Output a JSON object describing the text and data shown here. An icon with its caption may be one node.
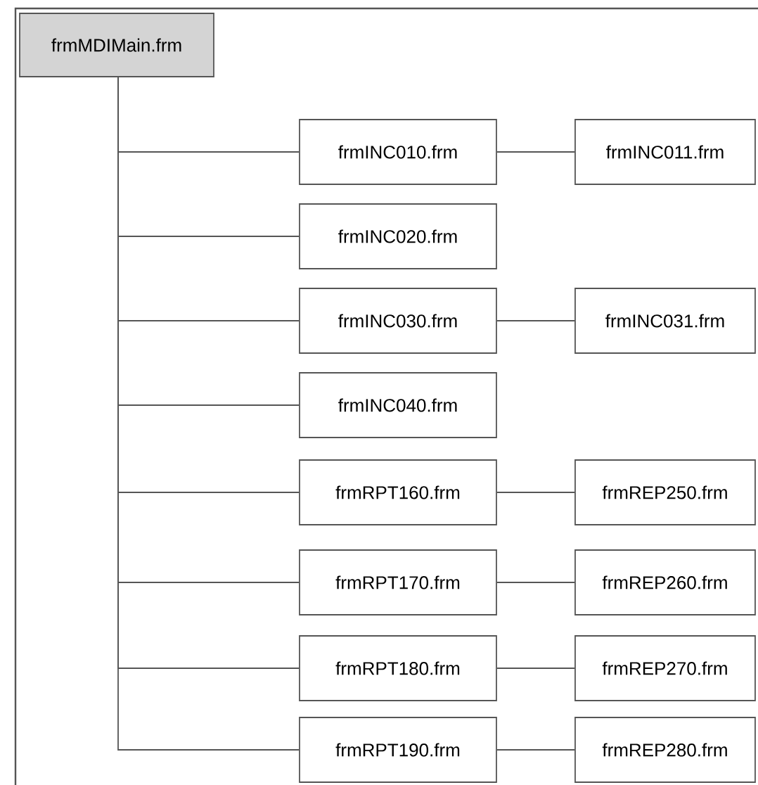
{
  "diagram": {
    "nodes": [
      {
        "text": [
          "frmMDIMain.frm"
        ]
      },
      {
        "text": [
          "frmINC010.frm"
        ]
      },
      {
        "text": [
          "frmINC011.frm"
        ]
      },
      {
        "text": [
          "frmINC020.frm"
        ]
      },
      {
        "text": [
          "frmINC030.frm"
        ]
      },
      {
        "text": [
          "frmINC031.frm"
        ]
      },
      {
        "text": [
          "frmINC040.frm"
        ]
      },
      {
        "text": [
          "frmRPT160.frm"
        ]
      },
      {
        "text": [
          "frmREP250.frm"
        ]
      },
      {
        "text": [
          "frmRPT170.frm"
        ]
      },
      {
        "text": [
          "frmREP260.frm"
        ]
      },
      {
        "text": [
          "frmRPT180.frm"
        ]
      },
      {
        "text": [
          "frmREP270.frm"
        ]
      },
      {
        "text": [
          "frmRPT190.frm"
        ]
      },
      {
        "text": [
          "frmREP280.frm"
        ]
      }
    ],
    "edges": [
      {
        "from": 0,
        "to": 1,
        "arrow": "none"
      },
      {
        "from": 1,
        "to": 2,
        "arrow": "none"
      },
      {
        "from": 0,
        "to": 3,
        "arrow": "none"
      },
      {
        "from": 0,
        "to": 4,
        "arrow": "none"
      },
      {
        "from": 4,
        "to": 5,
        "arrow": "none"
      },
      {
        "from": 0,
        "to": 6,
        "arrow": "none"
      },
      {
        "from": 0,
        "to": 7,
        "arrow": "none"
      },
      {
        "from": 7,
        "to": 8,
        "arrow": "none"
      },
      {
        "from": 0,
        "to": 9,
        "arrow": "none"
      },
      {
        "from": 9,
        "to": 10,
        "arrow": "none"
      },
      {
        "from": 0,
        "to": 11,
        "arrow": "none"
      },
      {
        "from": 11,
        "to": 12,
        "arrow": "none"
      },
      {
        "from": 0,
        "to": 13,
        "arrow": "none"
      },
      {
        "from": 13,
        "to": 14,
        "arrow": "none"
      }
    ]
  }
}
